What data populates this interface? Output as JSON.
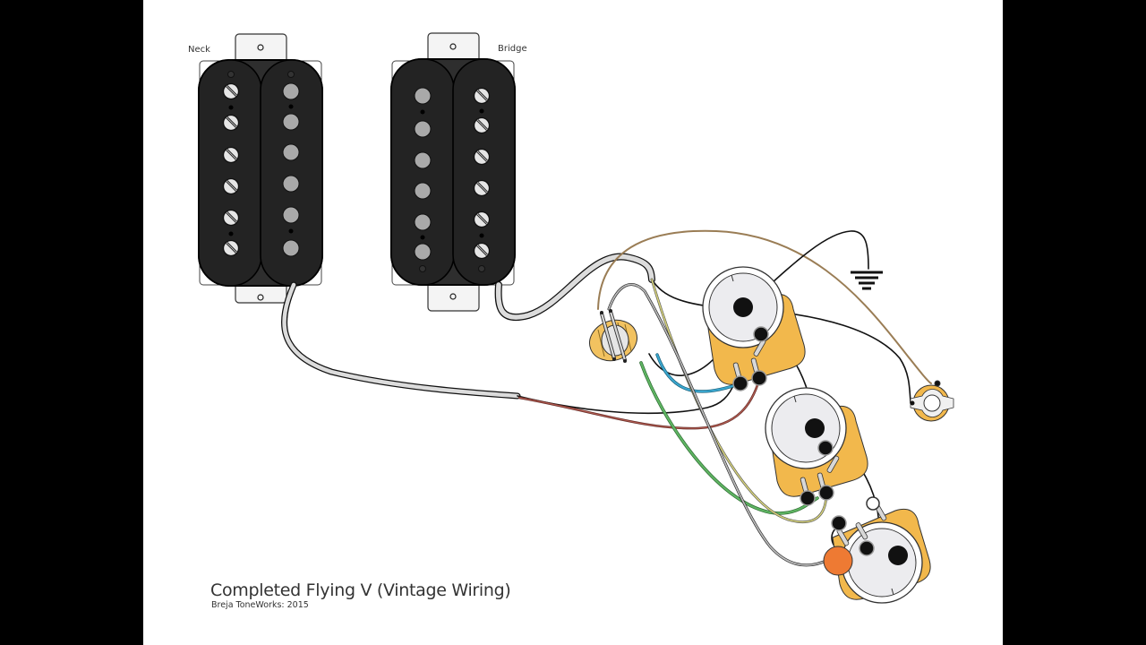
{
  "diagram": {
    "title": "Completed Flying V (Vintage Wiring)",
    "subtitle": "Breja ToneWorks: 2015",
    "labels": {
      "neck": "Neck",
      "bridge": "Bridge"
    },
    "components": {
      "pickups": [
        {
          "name": "Neck",
          "type": "humbucker",
          "screw_side": "left",
          "slug_side": "right"
        },
        {
          "name": "Bridge",
          "type": "humbucker",
          "screw_side": "right",
          "slug_side": "left"
        }
      ],
      "pots": [
        "neck-volume",
        "bridge-volume",
        "tone"
      ],
      "switch": "3-way toggle",
      "jack": "output jack",
      "capacitor": "tone capacitor",
      "ground": "ground symbol"
    },
    "wire_colors": {
      "braided": "#d8d8d8",
      "black": "#111111",
      "tan": "#9a7d55",
      "yellow": "#b8b45a",
      "blue": "#2a8bb0",
      "green": "#4b9a4f",
      "red": "#8a3b35",
      "gray": "#8a8a8a"
    },
    "colors": {
      "pickup_body": "#232323",
      "pot_casing": "#f2b84c",
      "capacitor": "#ee7a33",
      "letterbox": "#000000"
    }
  }
}
